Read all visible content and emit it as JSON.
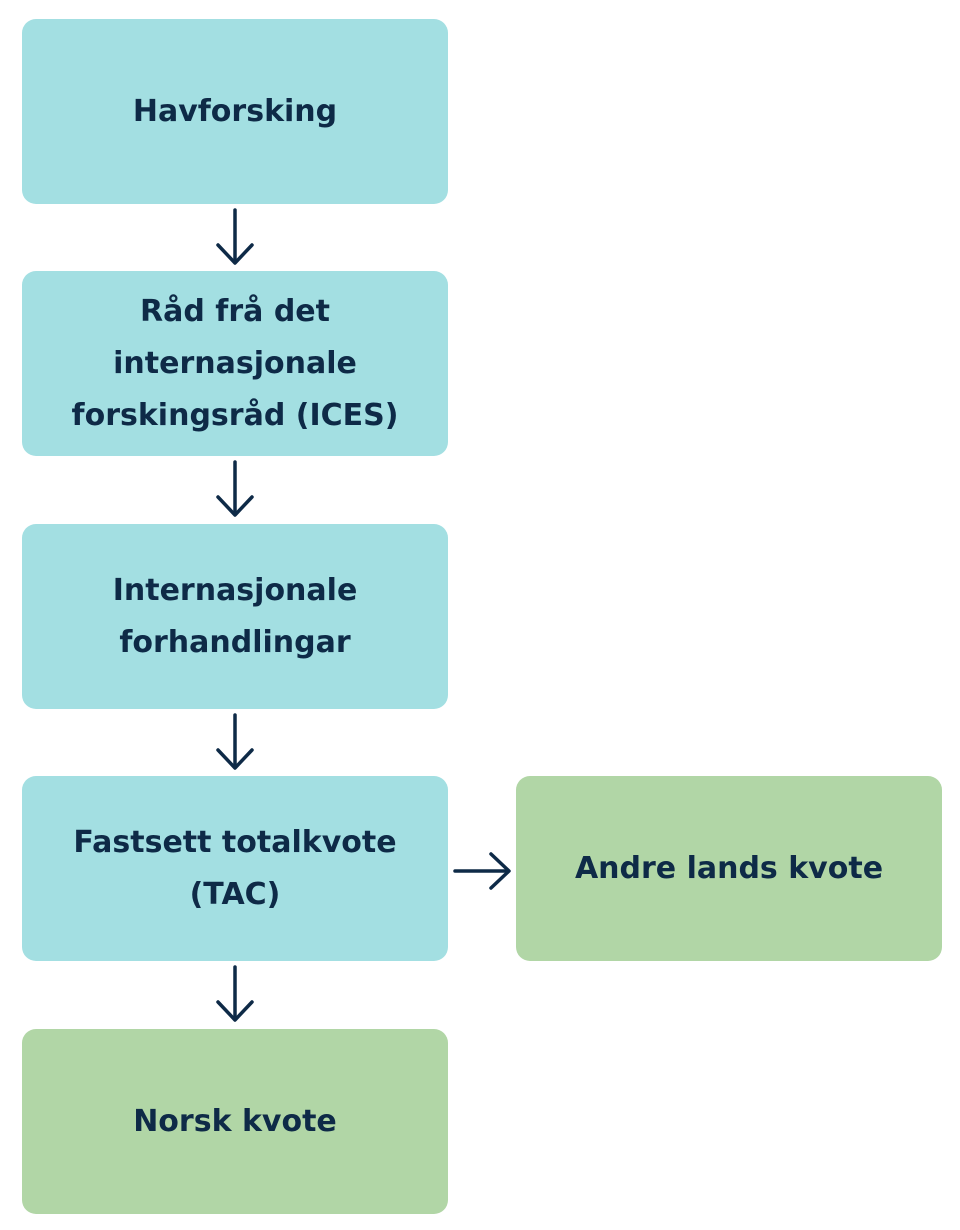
{
  "colors": {
    "blue_box": "#a3dfe2",
    "green_box": "#b1d6a6",
    "text": "#0e2a47",
    "arrow": "#0e2a47"
  },
  "steps": [
    {
      "label": "Havforsking"
    },
    {
      "label": "Råd frå det\ninternasjonale\nforskingsråd (ICES)"
    },
    {
      "label": "Internasjonale\nforhandlingar"
    },
    {
      "label": "Fastsett totalkvote\n(TAC)"
    },
    {
      "label": "Andre lands kvote"
    },
    {
      "label": "Norsk kvote"
    }
  ]
}
